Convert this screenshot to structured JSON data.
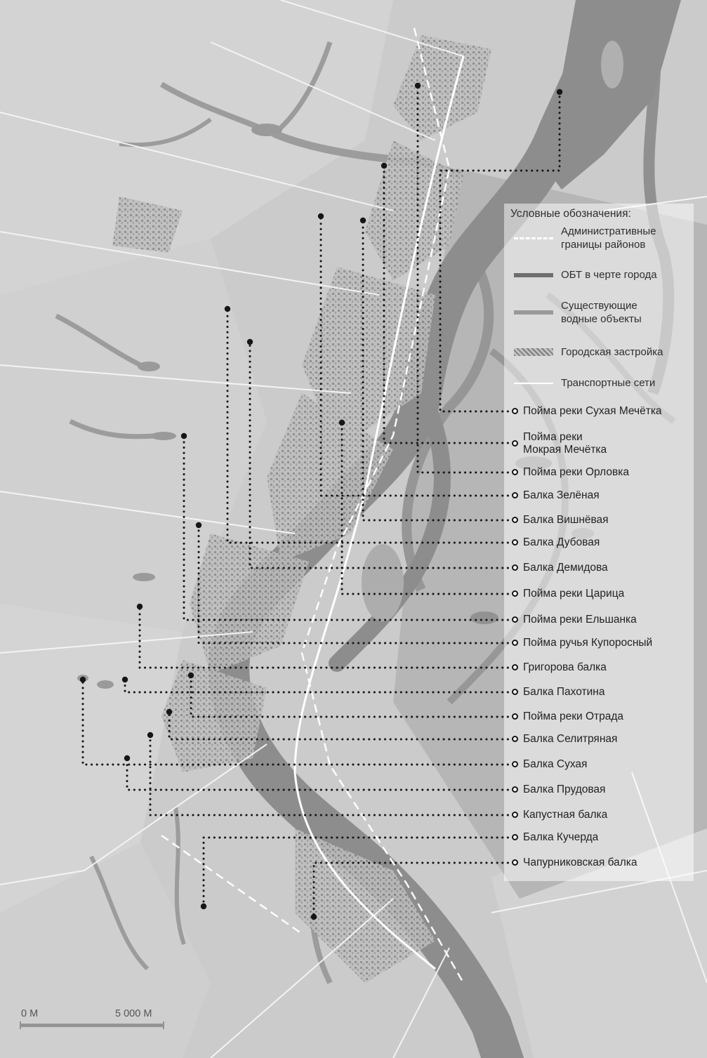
{
  "legend": {
    "title": "Условные обозначения:",
    "items": [
      {
        "id": "admin-borders",
        "label": "Административные\nграницы районов"
      },
      {
        "id": "obt-in-city",
        "label": "ОБТ в черте города"
      },
      {
        "id": "existing-water-objects",
        "label": "Существующие\nводные объекты"
      },
      {
        "id": "urban-development",
        "label": "Городская застройка"
      },
      {
        "id": "transport-networks",
        "label": "Транспортные сети"
      }
    ]
  },
  "features": [
    {
      "label": "Пойма реки Сухая Мечётка"
    },
    {
      "label": "Пойма реки\nМокрая Мечётка"
    },
    {
      "label": "Пойма реки Орловка"
    },
    {
      "label": "Балка Зелёная"
    },
    {
      "label": "Балка Вишнёвая"
    },
    {
      "label": "Балка Дубовая"
    },
    {
      "label": "Балка Демидова"
    },
    {
      "label": "Пойма реки Царица"
    },
    {
      "label": "Пойма реки Ельшанка"
    },
    {
      "label": "Пойма ручья Купоросный"
    },
    {
      "label": "Григорова балка"
    },
    {
      "label": "Балка Пахотина"
    },
    {
      "label": "Пойма реки Отрада"
    },
    {
      "label": "Балка Селитряная"
    },
    {
      "label": "Балка Сухая"
    },
    {
      "label": "Балка Прудовая"
    },
    {
      "label": "Капустная балка"
    },
    {
      "label": "Балка Кучерда"
    },
    {
      "label": "Чапурниковская балка"
    }
  ],
  "scalebar": {
    "start": "0 М",
    "end": "5 000 М"
  },
  "colors": {
    "land": "#cbcbcb",
    "floodplain": "#b6b6b6",
    "river": "#8d8d8d",
    "roads": "#f5f5f5",
    "admin_border": "#ffffff",
    "leader": "#161616"
  }
}
